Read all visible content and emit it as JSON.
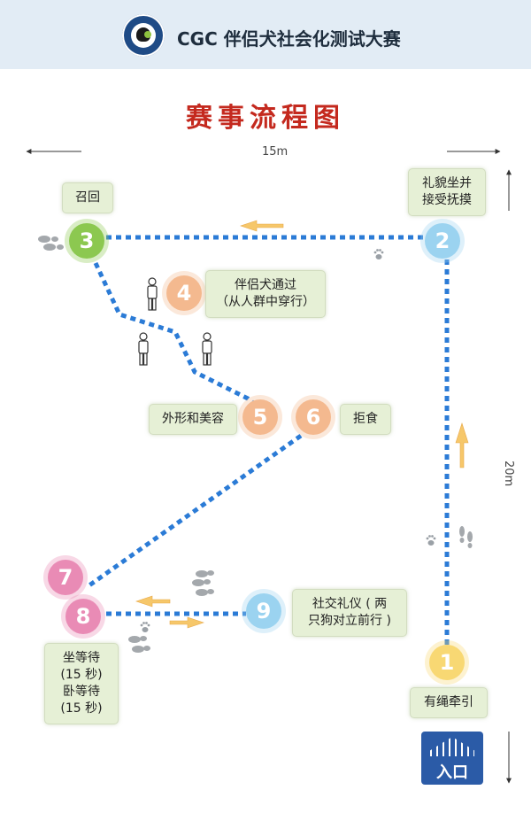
{
  "header": {
    "title": "CGC 伴侣犬社会化测试大赛",
    "logo_icon": "canine-good-citizen-logo"
  },
  "flow_title": "赛事流程图",
  "dimensions": {
    "width_label": "15m",
    "height_label": "20m"
  },
  "steps": [
    {
      "number": "1",
      "color": "#f8d873",
      "label": [
        "有绳牵引"
      ]
    },
    {
      "number": "2",
      "color": "#9bd3f0",
      "label": [
        "礼貌坐并",
        "接受抚摸"
      ]
    },
    {
      "number": "3",
      "color": "#8cc850",
      "label": [
        "召回"
      ]
    },
    {
      "number": "4",
      "color": "#f4b98f",
      "label": [
        "伴侣犬通过",
        "（从人群中穿行）"
      ]
    },
    {
      "number": "5",
      "color": "#f4b98f",
      "label": [
        "外形和美容"
      ]
    },
    {
      "number": "6",
      "color": "#f4b98f",
      "label": [
        "拒食"
      ]
    },
    {
      "number": "7",
      "color": "#e98bb5",
      "label": []
    },
    {
      "number": "8",
      "color": "#e98bb5",
      "label": [
        "坐等待",
        "(15 秒)",
        "卧等待",
        "(15 秒)"
      ]
    },
    {
      "number": "9",
      "color": "#9bd3f0",
      "label": [
        "社交礼仪 ( 两",
        "只狗对立前行 )"
      ]
    }
  ],
  "colors": {
    "path": "#2b7bd6",
    "arrow": "#f6c76a",
    "title": "#c4291e",
    "label_bg": "#e6f0d6"
  },
  "icons": [
    "paw-print-icon",
    "footprints-icon",
    "person-icon",
    "direction-arrow-icon"
  ],
  "entrance": {
    "label": "入口",
    "icon": "entrance-gate-icon"
  }
}
